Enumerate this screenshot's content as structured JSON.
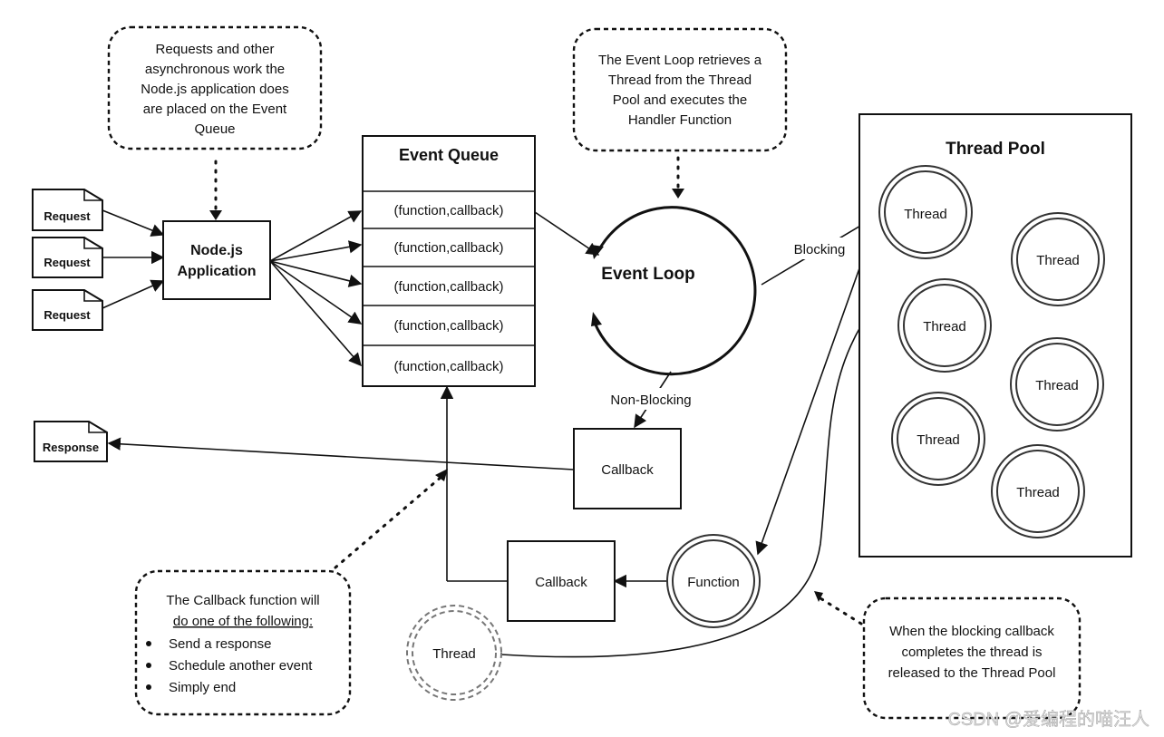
{
  "callouts": {
    "event_queue_note": [
      "Requests and other",
      "asynchronous work the",
      "Node.js application does",
      "are placed on the Event",
      "Queue"
    ],
    "event_loop_note": [
      "The Event Loop retrieves a",
      "Thread from the Thread",
      "Pool and executes the",
      "Handler Function"
    ],
    "callback_note_lines": [
      "The Callback function will",
      "do one of the following:"
    ],
    "callback_note_bullets": [
      "Send a response",
      "Schedule another event",
      "Simply end"
    ],
    "release_note": [
      "When the blocking callback",
      "completes the thread is",
      "released to the Thread Pool"
    ]
  },
  "requests": [
    "Request",
    "Request",
    "Request"
  ],
  "response": "Response",
  "app": {
    "line1": "Node.js",
    "line2": "Application"
  },
  "event_queue": {
    "title": "Event Queue",
    "items": [
      "(function,callback)",
      "(function,callback)",
      "(function,callback)",
      "(function,callback)",
      "(function,callback)"
    ]
  },
  "event_loop": {
    "label": "Event Loop"
  },
  "edge_labels": {
    "blocking": "Blocking",
    "non_blocking": "Non-Blocking"
  },
  "callbacks": {
    "upper": "Callback",
    "lower": "Callback"
  },
  "function_label": "Function",
  "thread_pool": {
    "title": "Thread Pool",
    "threads": [
      "Thread",
      "Thread",
      "Thread",
      "Thread",
      "Thread",
      "Thread"
    ]
  },
  "released_thread": "Thread",
  "watermark": "CSDN @爱编程的喵汪人"
}
